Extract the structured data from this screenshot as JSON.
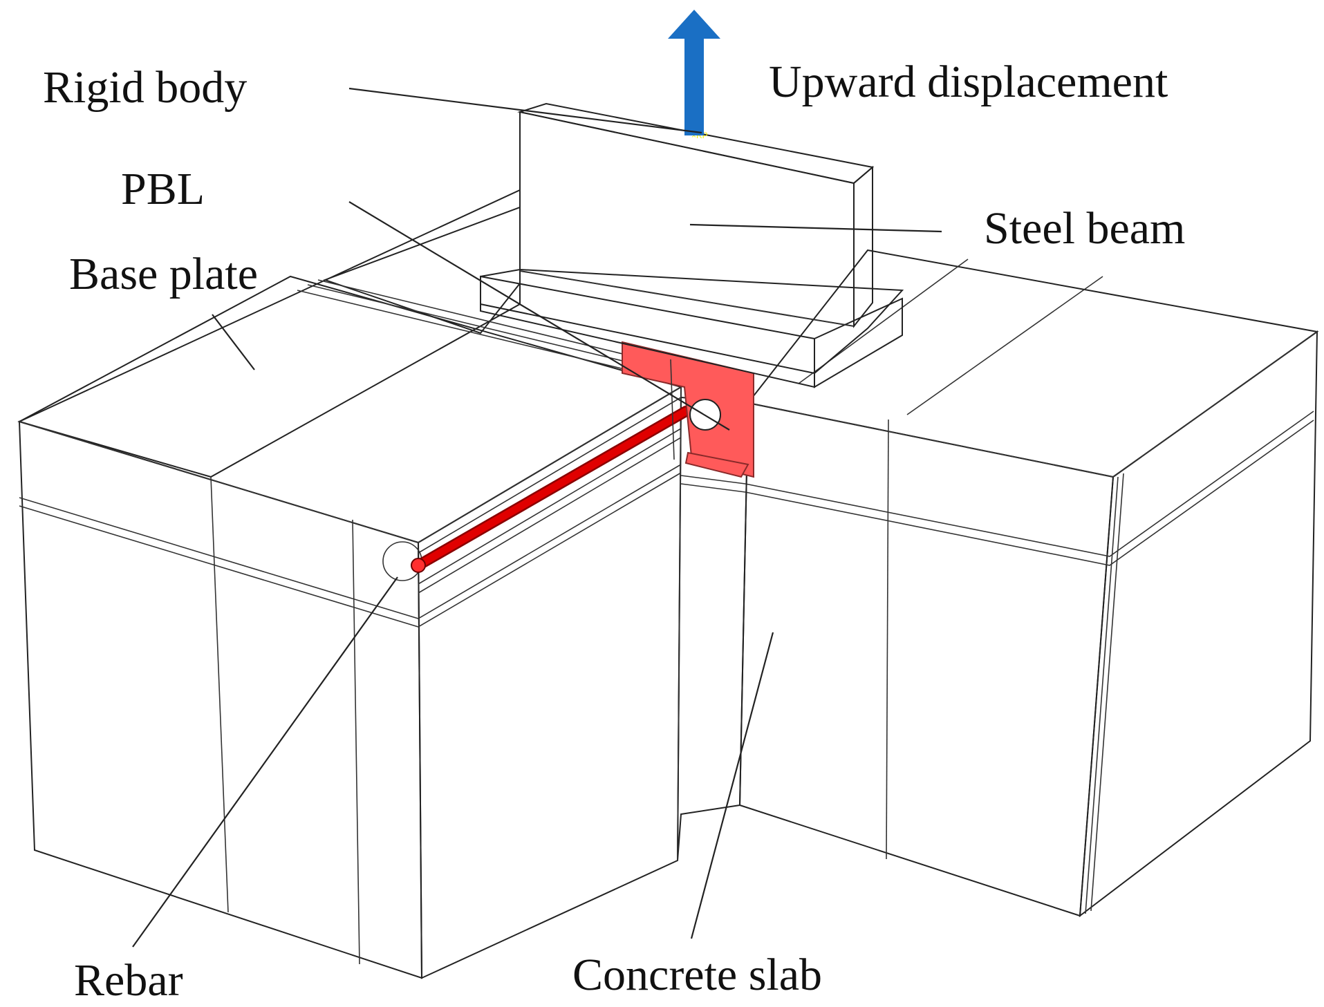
{
  "labels": {
    "rigid_body": "Rigid body",
    "upward_displacement": "Upward displacement",
    "pbl": "PBL",
    "steel_beam": "Steel beam",
    "base_plate": "Base plate",
    "rebar": "Rebar",
    "concrete_slab": "Concrete slab"
  },
  "colors": {
    "steel_beam": "#00f4f4",
    "steel_beam_side": "#00c4e0",
    "flange_top": "#00d4ec",
    "base_plate": "#cfa57c",
    "pbl": "#ff5a5a",
    "rebar": "#e00000",
    "arrow": "#1a6fc4",
    "concrete_top": "#e6e6e6",
    "concrete_front": "#ffffff",
    "concrete_side": "#9a9a9a"
  }
}
